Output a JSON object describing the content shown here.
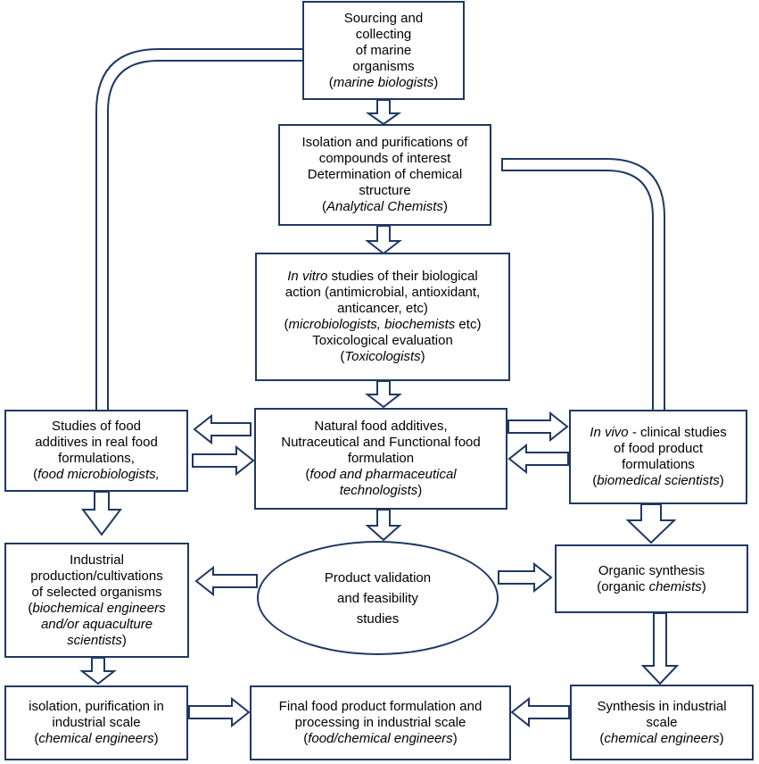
{
  "nodes": {
    "sourcing": {
      "line1": "Sourcing and",
      "line2": "collecting",
      "line3": "of marine",
      "line4": "organisms",
      "role": "marine biologists"
    },
    "isolation": {
      "line1": "Isolation and purifications of",
      "line2": "compounds of interest",
      "line3": "Determination of chemical",
      "line4": "structure",
      "role": "Analytical Chemists"
    },
    "invitro": {
      "lead_italic": "In vitro",
      "lead_rest": " studies of their biological",
      "line2": "action (antimicrobial, antioxidant,",
      "line3": "anticancer, etc)",
      "role_line": "microbiologists, biochemists",
      "role_suffix": " etc)",
      "line5": "Toxicological evaluation",
      "role2": "Toxicologists"
    },
    "food_studies": {
      "line1": "Studies of food",
      "line2": "additives in real food",
      "line3": "formulations,",
      "role": "food microbiologists,"
    },
    "natural": {
      "line1": "Natural food additives,",
      "line2": "Nutraceutical and Functional food",
      "line3": "formulation",
      "role1": "food and pharmaceutical",
      "role2": "technologists"
    },
    "invivo": {
      "lead_italic": "In vivo",
      "lead_rest": " - clinical studies",
      "line2": "of food product",
      "line3": "formulations",
      "role": "biomedical scientists"
    },
    "industrial": {
      "line1": "Industrial",
      "line2": "production/cultivations",
      "line3": "of selected organisms",
      "role1": "biochemical engineers",
      "role2": "and/or aquaculture",
      "role3": "scientists"
    },
    "validation": {
      "line1": "Product validation",
      "line2": "and feasibility",
      "line3": "studies"
    },
    "organic": {
      "line1": "Organic synthesis",
      "role_pre": "organic ",
      "role_it": "chemists"
    },
    "isolation_ind": {
      "line1": "isolation, purification in",
      "line2": "industrial scale",
      "role": "chemical engineers"
    },
    "final": {
      "line1": "Final food product formulation and",
      "line2": "processing in industrial scale",
      "role": "food/chemical engineers"
    },
    "synthesis_ind": {
      "line1": "Synthesis in industrial",
      "line2": "scale",
      "role": "chemical engineers"
    }
  },
  "colors": {
    "border": "#1f3864",
    "background": "#ffffff"
  }
}
